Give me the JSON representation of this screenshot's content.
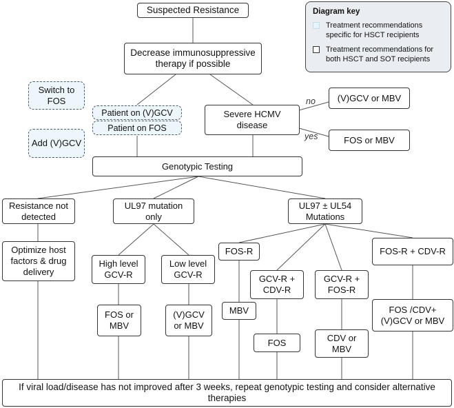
{
  "nodes": {
    "suspected": "Suspected Resistance",
    "decrease": "Decrease immunosuppressive therapy if possible",
    "switch_fos": "Switch to FOS",
    "add_vgcv": "Add (V)GCV",
    "on_vgcv": "Patient on (V)GCV",
    "on_fos": "Patient on FOS",
    "severe": "Severe HCMV disease",
    "vgcv_mbv": "(V)GCV or MBV",
    "fos_mbv_top": "FOS or MBV",
    "genotypic": "Genotypic Testing",
    "res_not_detected": "Resistance not detected",
    "ul97_only": "UL97 mutation only",
    "ul97_ul54": "UL97 ± UL54 Mutations",
    "optimize": "Optimize host factors & drug delivery",
    "high_level": "High level GCV-R",
    "low_level": "Low level GCV-R",
    "fos_r": "FOS-R",
    "gcv_cdv": "GCV-R + CDV-R",
    "gcv_fos": "GCV-R + FOS-R",
    "fos_cdv": "FOS-R + CDV-R",
    "fos_or_mbv": "FOS or MBV",
    "vgcv_or_mbv": "(V)GCV or MBV",
    "mbv": "MBV",
    "fos": "FOS",
    "cdv_or_mbv": "CDV or MBV",
    "fos_cdv_combo": "FOS /CDV+ (V)GCV or MBV",
    "footer": "If viral load/disease has not improved after 3 weeks, repeat genotypic testing and consider alternative therapies"
  },
  "edge_labels": {
    "no": "no",
    "yes": "yes"
  },
  "key": {
    "title": "Diagram key",
    "hsct": "Treatment recommendations specific for HSCT recipients",
    "both": "Treatment recommendations for both HSCT and SOT recipients"
  },
  "colors": {
    "hsct_fill": "#ecf6fb",
    "line": "#555555"
  }
}
